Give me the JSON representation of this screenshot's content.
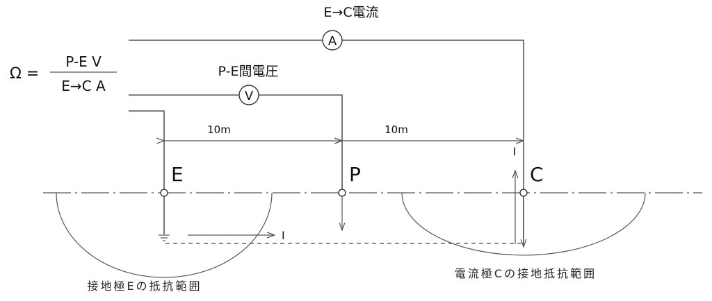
{
  "formula": {
    "lhs": "Ω =",
    "numerator": "P-E V",
    "denominator": "E→C A"
  },
  "labels": {
    "current_title": "E→C電流",
    "voltage_title": "P-E間電圧",
    "ammeter": "A",
    "voltmeter": "V",
    "distance_ep": "10m",
    "distance_pc": "10m",
    "electrode_e": "E",
    "electrode_p": "P",
    "electrode_c": "C",
    "current_arrow_bottom": "I",
    "current_arrow_c": "I",
    "caption_e": "接地極Eの抵抗範囲",
    "caption_c": "電流極Cの接地抵抗範囲"
  },
  "colors": {
    "line": "#555555",
    "text": "#111111",
    "background": "#ffffff"
  }
}
